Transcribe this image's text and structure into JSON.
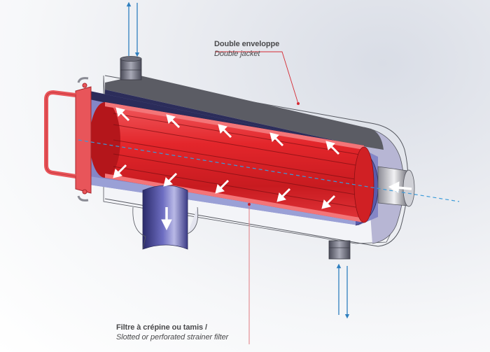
{
  "diagram": {
    "title": "Double-jacket strainer filter cutaway",
    "labels": {
      "double_jacket": {
        "fr": "Double enveloppe",
        "en": "Double jacket"
      },
      "strainer_filter": {
        "fr": "Filtre à crépine ou tamis /",
        "en": "Slotted or perforated strainer filter"
      }
    },
    "components": [
      "handle",
      "cover-flange",
      "outer-jacket",
      "inner-shell",
      "strainer-basket",
      "inlet-pipe",
      "outlet-pipe",
      "jacket-nozzle-top",
      "jacket-nozzle-bottom",
      "centerline"
    ],
    "flow_arrows": {
      "inlet": "leftward (right side inlet)",
      "basket_upper": "up-left x5",
      "basket_lower": "down-left x5",
      "outlet": "downward",
      "jacket_top_nozzle": "up/down bidirectional",
      "jacket_bottom_nozzle": "up/down bidirectional"
    },
    "colors": {
      "filter_red": "#e0262a",
      "flange_red": "#e8555a",
      "jacket_blue": "#7f7fc4",
      "jacket_dark": "#2c2d5a",
      "steel_grey": "#55575f",
      "leader_line": "#d62b34",
      "flow_arrow_blue": "#2f7fbf",
      "centerline_blue": "#3a9ad9",
      "label_text": "#4a4a4c"
    }
  }
}
